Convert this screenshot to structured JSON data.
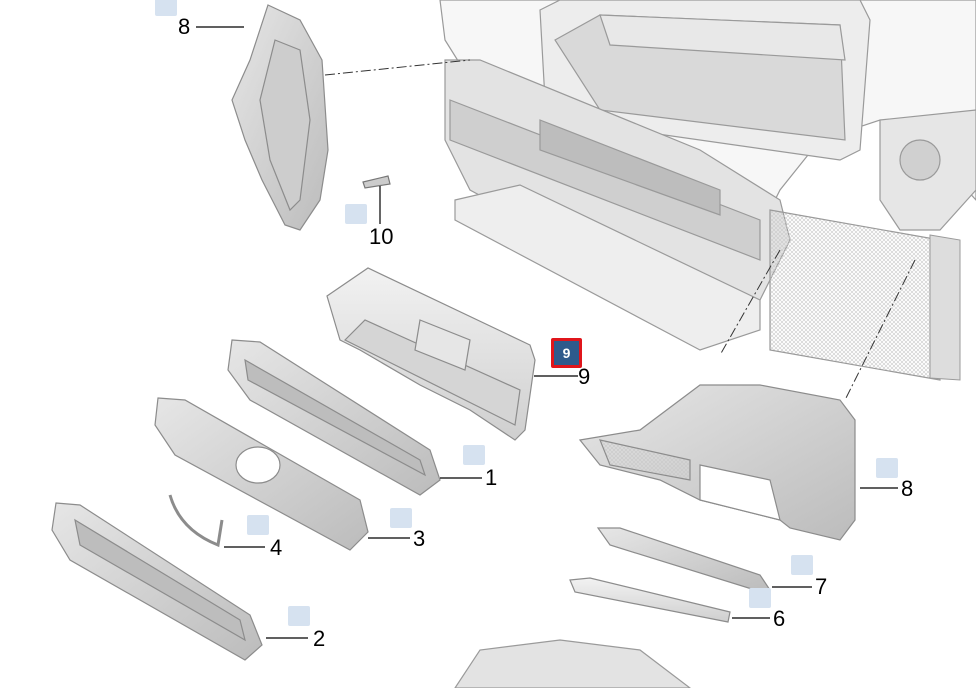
{
  "colors": {
    "hotspot": "#d6e2f0",
    "hotspot_active": "#2e5a8c",
    "hotspot_active_border": "#e0151b",
    "part_fill": "#d9d9d9",
    "part_stroke": "#8c8c8c",
    "leader": "#000000"
  },
  "callouts": [
    {
      "id": "c8a",
      "label": "8"
    },
    {
      "id": "c10",
      "label": "10"
    },
    {
      "id": "c9",
      "label": "9"
    },
    {
      "id": "c1",
      "label": "1"
    },
    {
      "id": "c3",
      "label": "3"
    },
    {
      "id": "c4",
      "label": "4"
    },
    {
      "id": "c2",
      "label": "2"
    },
    {
      "id": "c8b",
      "label": "8"
    },
    {
      "id": "c7",
      "label": "7"
    },
    {
      "id": "c6",
      "label": "6"
    }
  ],
  "selected": {
    "label": "9"
  }
}
